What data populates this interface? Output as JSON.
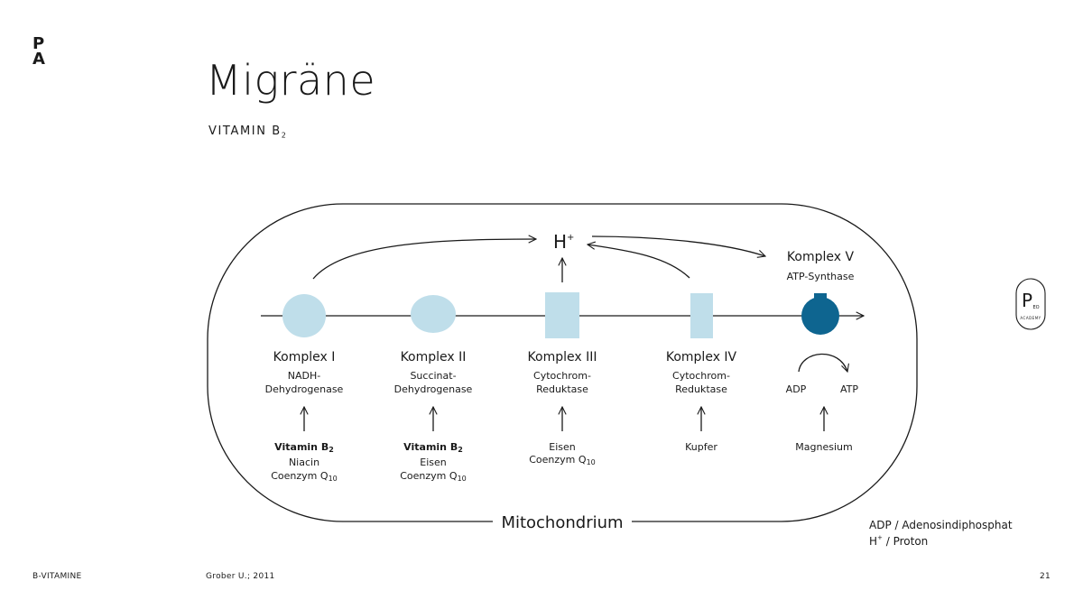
{
  "brand": {
    "letter_top": "P",
    "letter_bottom": "A"
  },
  "title": "Migräne",
  "subtitle": {
    "text": "VITAMIN B",
    "sub": "2"
  },
  "top_label": {
    "text": "H",
    "sup": "+"
  },
  "complex_v": {
    "name": "Komplex V",
    "desc": "ATP-Synthase",
    "left": "ADP",
    "right": "ATP",
    "cofactor": "Magnesium"
  },
  "complexes": [
    {
      "name": "Komplex I",
      "desc1": "NADH-",
      "desc2": "Dehydrogenase",
      "cof_bold": "Vitamin B",
      "cof_bold_sub": "2",
      "cof1": "Niacin",
      "cof2": "Coenzym Q",
      "cof2_sub": "10"
    },
    {
      "name": "Komplex II",
      "desc1": "Succinat-",
      "desc2": "Dehydrogenase",
      "cof_bold": "Vitamin B",
      "cof_bold_sub": "2",
      "cof1": "Eisen",
      "cof2": "Coenzym Q",
      "cof2_sub": "10"
    },
    {
      "name": "Komplex III",
      "desc1": "Cytochrom-",
      "desc2": "Reduktase",
      "cof1": "Eisen",
      "cof2": "Coenzym Q",
      "cof2_sub": "10"
    },
    {
      "name": "Komplex IV",
      "desc1": "Cytochrom-",
      "desc2": "Reduktase",
      "cof1": "Kupfer"
    }
  ],
  "container_label": "Mitochondrium",
  "legend": [
    {
      "text": "ADP / Adenosindiphosphat"
    },
    {
      "prefix": "H",
      "sup": "+",
      "text": " / Proton"
    }
  ],
  "badge": {
    "letter": "P",
    "small": "EO",
    "ring": "ACADEMY"
  },
  "footer": {
    "section": "B-VITAMINE",
    "source": "Grober U.; 2011",
    "page": "21"
  },
  "colors": {
    "light_blue": "#bfdeea",
    "dark_blue": "#0e6590",
    "line": "#1a1a1a"
  }
}
